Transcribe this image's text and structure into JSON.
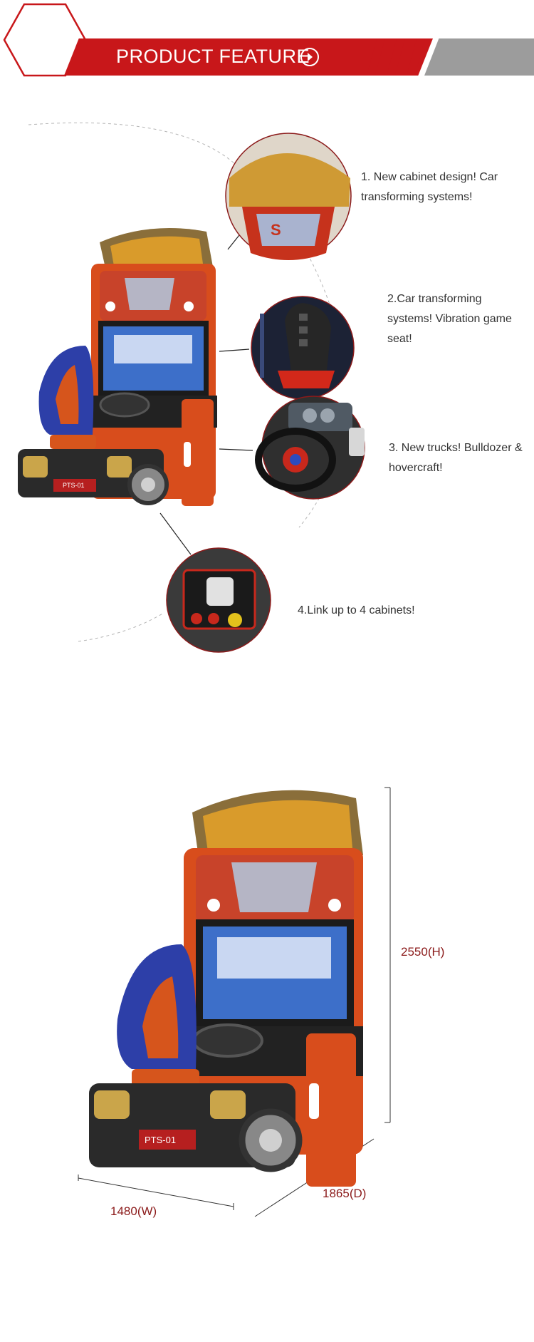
{
  "header": {
    "title": "PRODUCT FEATURE",
    "colors": {
      "accent": "#c8171a",
      "gray": "#9c9c9c"
    },
    "icons": [
      "hexagon-outline-icon",
      "chevron-right-circle-icon"
    ]
  },
  "features": [
    {
      "number": "1.",
      "text": "New cabinet design! Car transforming systems!"
    },
    {
      "number": "2",
      "text": ".Car transforming systems! Vibration game seat!"
    },
    {
      "number": "3.",
      "text": "New trucks! Bulldozer & hovercraft!"
    },
    {
      "number": "4.",
      "text": "Link up to 4 cabinets!"
    }
  ],
  "dimensions": {
    "height": "2550(H)",
    "width": "1480(W)",
    "depth": "1865(D)"
  },
  "machine": {
    "plate": "PTS-01"
  }
}
